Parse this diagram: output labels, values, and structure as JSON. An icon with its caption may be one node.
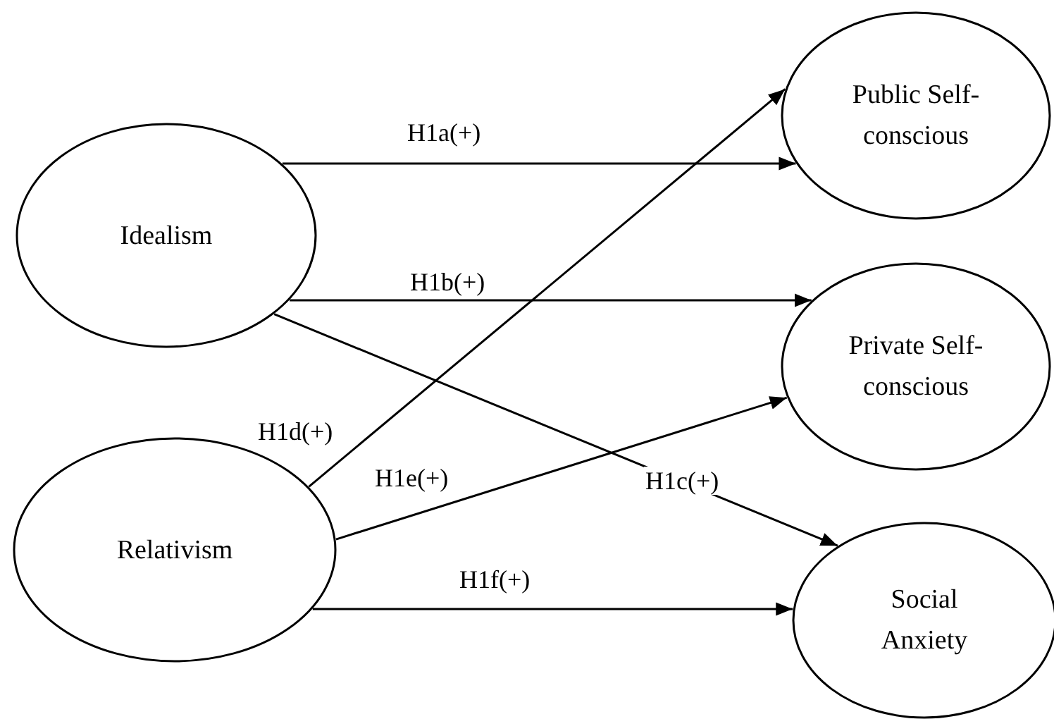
{
  "diagram": {
    "nodes": [
      {
        "text": [
          "Idealism"
        ]
      },
      {
        "text": [
          "Relativism"
        ]
      },
      {
        "text": [
          "Public Self- conscious"
        ]
      },
      {
        "text": [
          "Private Self- conscious"
        ]
      },
      {
        "text": [
          "Social Anxiety"
        ]
      }
    ],
    "edges": [
      {
        "from": 0,
        "to": 2,
        "arrow": "to",
        "label": "H1a(+)"
      },
      {
        "from": 0,
        "to": 3,
        "arrow": "to",
        "label": "H1b(+)"
      },
      {
        "from": 0,
        "to": 4,
        "arrow": "to",
        "label": "H1c(+)"
      },
      {
        "from": 1,
        "to": 2,
        "arrow": "to",
        "label": "H1d(+)"
      },
      {
        "from": 1,
        "to": 3,
        "arrow": "to",
        "label": "H1e(+)"
      },
      {
        "from": 1,
        "to": 4,
        "arrow": "to",
        "label": "H1f(+)"
      }
    ]
  }
}
